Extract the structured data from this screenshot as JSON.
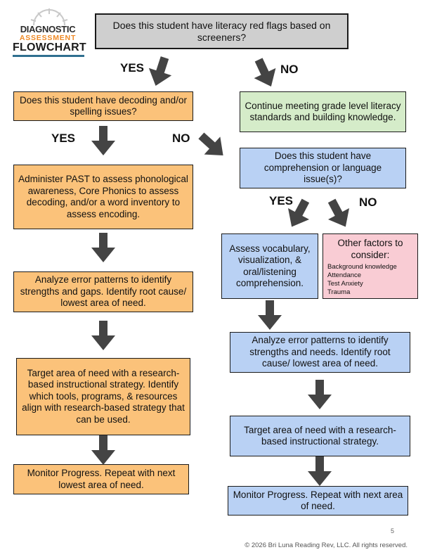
{
  "logo": {
    "line1": "DIAGNOSTIC",
    "line2": "ASSESSMENT",
    "line3": "FLOWCHART"
  },
  "top_question": "Does this student have literacy red flags based on screeners?",
  "labels": {
    "yes": "YES",
    "no": "NO"
  },
  "left_column": {
    "decoding_question": "Does this student have decoding and/or spelling issues?",
    "administer": "Administer PAST to assess phonological awareness, Core Phonics to assess decoding, and/or a word inventory to assess encoding.",
    "analyze": "Analyze error patterns to identify strengths and gaps. Identify root cause/ lowest area of need.",
    "target": "Target area of need with a research-based instructional strategy. Identify which tools, programs, & resources align with research-based strategy that can be used.",
    "monitor": "Monitor Progress. Repeat with next lowest area of need."
  },
  "right_column": {
    "continue": "Continue meeting grade level literacy standards and building knowledge.",
    "comprehension_question": "Does this student have comprehension or language issue(s)?",
    "assess": "Assess vocabulary, visualization, & oral/listening comprehension.",
    "other_factors": {
      "title": "Other factors to consider:",
      "items": [
        "Background knowledge",
        "Attendance",
        "Test Anxiety",
        "Trauma"
      ]
    },
    "analyze": "Analyze error patterns to identify strengths and needs. Identify root cause/ lowest area of need.",
    "target": "Target area of need with a research-based instructional strategy.",
    "monitor": "Monitor Progress. Repeat with next area of need."
  },
  "footer": {
    "page_number": "5",
    "copyright": "© 2026 Bri Luna Reading Rev, LLC. All rights reserved."
  },
  "colors": {
    "decision_gray": "#cfcfcf",
    "left_orange": "#fbc27a",
    "right_blue": "#b9d1f4",
    "continue_green": "#d5ecc9",
    "factors_pink": "#f9ccd4",
    "arrow": "#444444",
    "logo_orange": "#ef8a26"
  }
}
